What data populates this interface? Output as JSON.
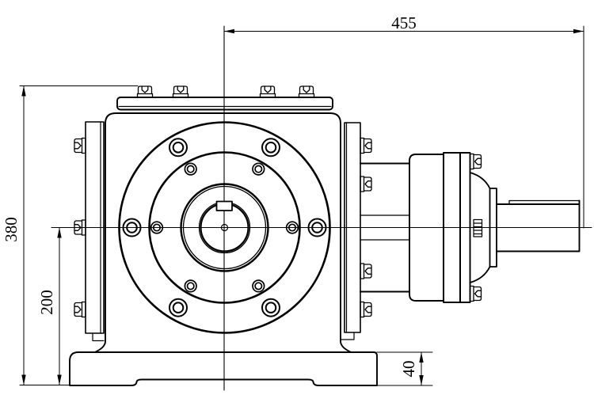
{
  "dimensions": {
    "overall_width": "455",
    "overall_height": "380",
    "center_height": "200",
    "base_thickness": "40"
  },
  "colors": {
    "line": "#000000",
    "background": "#ffffff"
  }
}
